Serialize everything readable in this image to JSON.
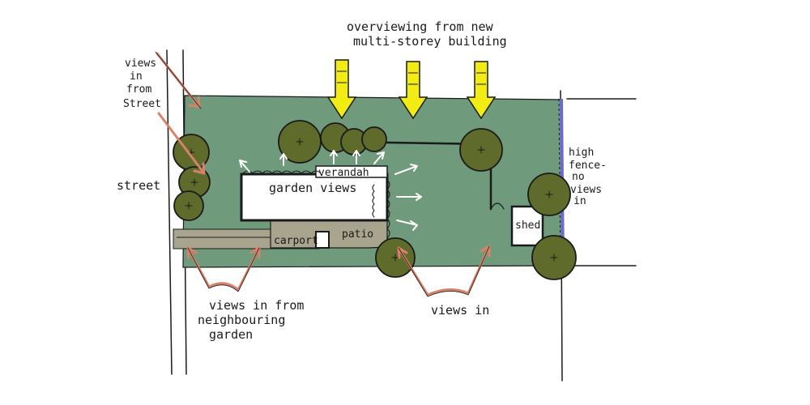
{
  "labels": {
    "overviewing_line1": "overviewing from new",
    "overviewing_line2": "multi-storey building",
    "views_street_1": "views",
    "views_street_2": "in",
    "views_street_3": "from",
    "views_street_4": "Street",
    "street": "street",
    "verandah": "verandah",
    "garden_views": "garden views",
    "carport": "carport",
    "patio": "patio",
    "shed": "shed",
    "high_fence_1": "high",
    "high_fence_2": "fence-",
    "high_fence_3": "no",
    "high_fence_4": "views",
    "high_fence_5": "in",
    "views_neighbour_1": "views in from",
    "views_neighbour_2": "neighbouring",
    "views_neighbour_3": "garden",
    "views_in": "views in"
  },
  "colors": {
    "garden": "#6f9a7b",
    "tree": "#5f6b2a",
    "paving": "#a9a48e",
    "arrow_yellow": "#f2ec12",
    "arrow_red": "#d9826a",
    "fence": "#6a6ad0"
  }
}
